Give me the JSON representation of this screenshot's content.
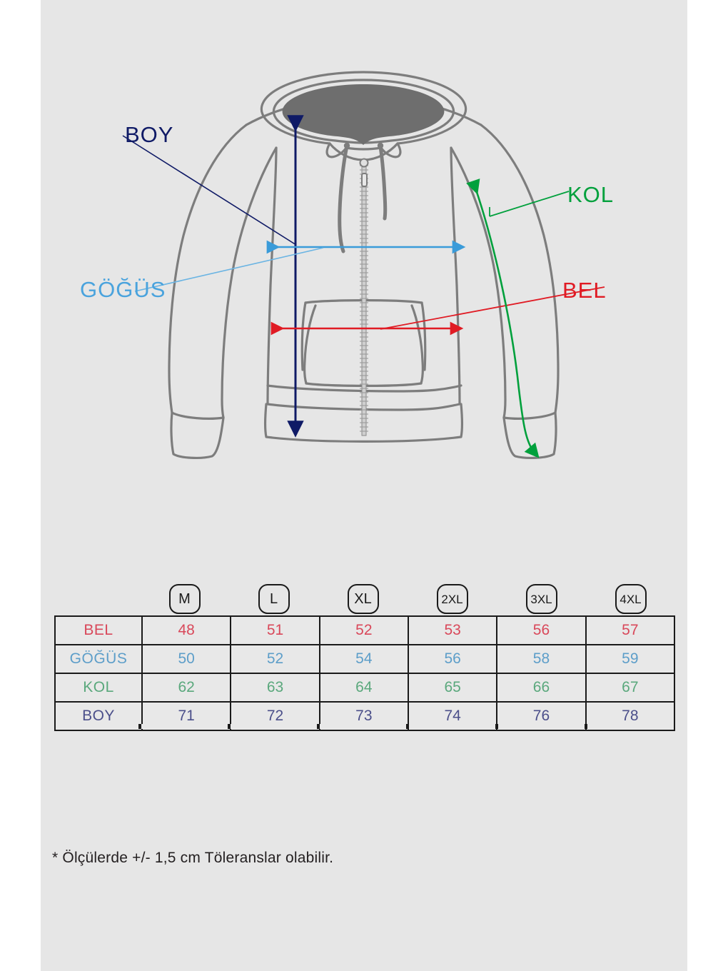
{
  "diagram": {
    "labels": [
      {
        "id": "boy",
        "text": "BOY",
        "color": "#0f1a66"
      },
      {
        "id": "gogus",
        "text": "GÖĞÜS",
        "color": "#4aa3dd"
      },
      {
        "id": "kol",
        "text": "KOL",
        "color": "#00a03c"
      },
      {
        "id": "bel",
        "text": "BEL",
        "color": "#e01b24"
      }
    ],
    "garment": "zip-hoodie-front-view"
  },
  "table": {
    "sizes": [
      "M",
      "L",
      "XL",
      "2XL",
      "3XL",
      "4XL"
    ],
    "rows": [
      {
        "label": "BEL",
        "color": "#d9485a",
        "values": [
          "48",
          "51",
          "52",
          "53",
          "56",
          "57"
        ]
      },
      {
        "label": "GÖĞÜS",
        "color": "#5d9ec9",
        "values": [
          "50",
          "52",
          "54",
          "56",
          "58",
          "59"
        ]
      },
      {
        "label": "KOL",
        "color": "#5aa87c",
        "values": [
          "62",
          "63",
          "64",
          "65",
          "66",
          "67"
        ]
      },
      {
        "label": "BOY",
        "color": "#4b4f8a",
        "values": [
          "71",
          "72",
          "73",
          "74",
          "76",
          "78"
        ]
      }
    ]
  },
  "footnote": "* Ölçülerde +/- 1,5 cm Töleranslar olabilir."
}
